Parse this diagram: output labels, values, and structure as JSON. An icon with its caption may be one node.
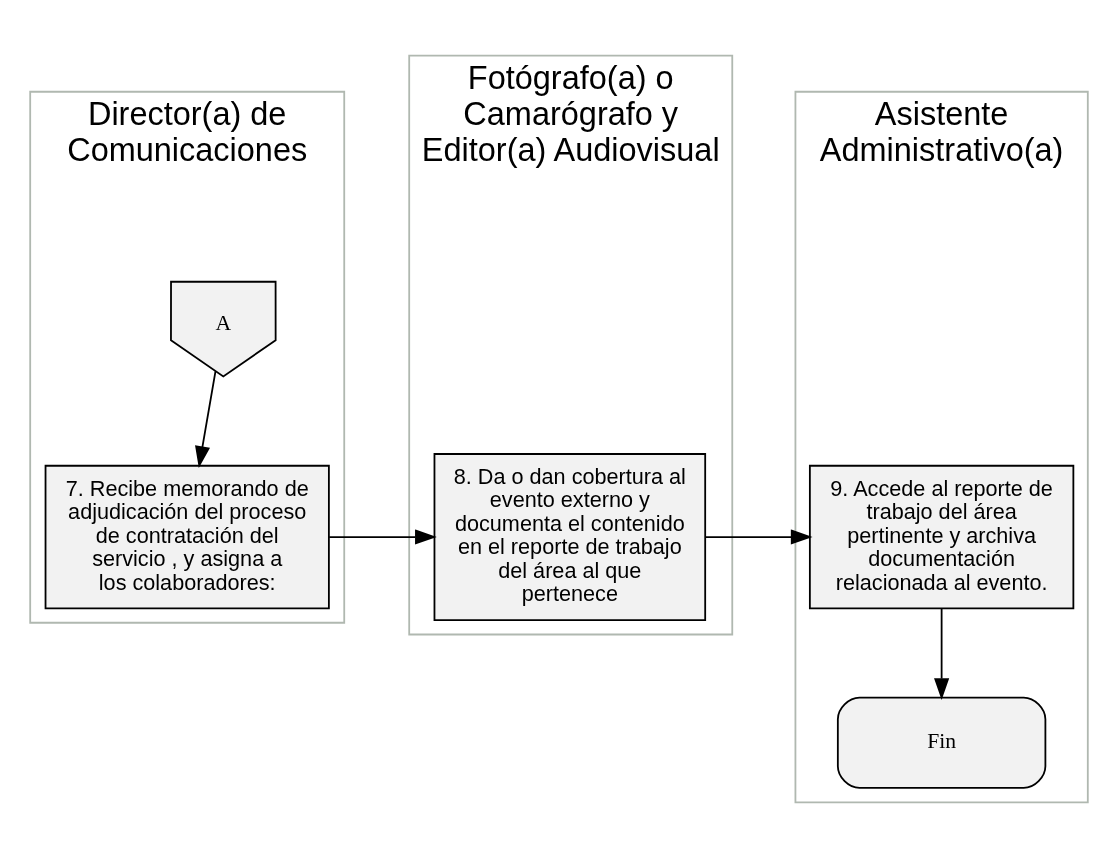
{
  "diagram": {
    "nodes": [
      {
        "text": [
          "Director(a) de Comunicaciones"
        ]
      },
      {
        "text": [
          "Fotógrafo(a) o Camarógrafo y Editor(a) Audiovisual"
        ]
      },
      {
        "text": [
          "Asistente Administrativo(a)"
        ]
      },
      {
        "text": [
          "A"
        ],
        "in": 0
      },
      {
        "text": [
          "7. Recibe memorando de adjudicación del proceso de contratación del servicio , y asigna a los colaboradores:"
        ],
        "in": 0
      },
      {
        "text": [
          "8. Da o dan cobertura al evento externo y documenta el contenido en el reporte de trabajo del área al que pertenece"
        ],
        "in": 1
      },
      {
        "text": [
          "9. Accede al reporte de trabajo del área pertinente y archiva documentación relacionada al evento."
        ],
        "in": 2
      },
      {
        "text": [
          "Fin"
        ],
        "in": 2
      }
    ],
    "edges": [
      {
        "from": 3,
        "to": 4,
        "arrow": "to"
      },
      {
        "from": 4,
        "to": 5,
        "arrow": "to"
      },
      {
        "from": 5,
        "to": 6,
        "arrow": "to"
      },
      {
        "from": 6,
        "to": 7,
        "arrow": "to"
      }
    ]
  }
}
